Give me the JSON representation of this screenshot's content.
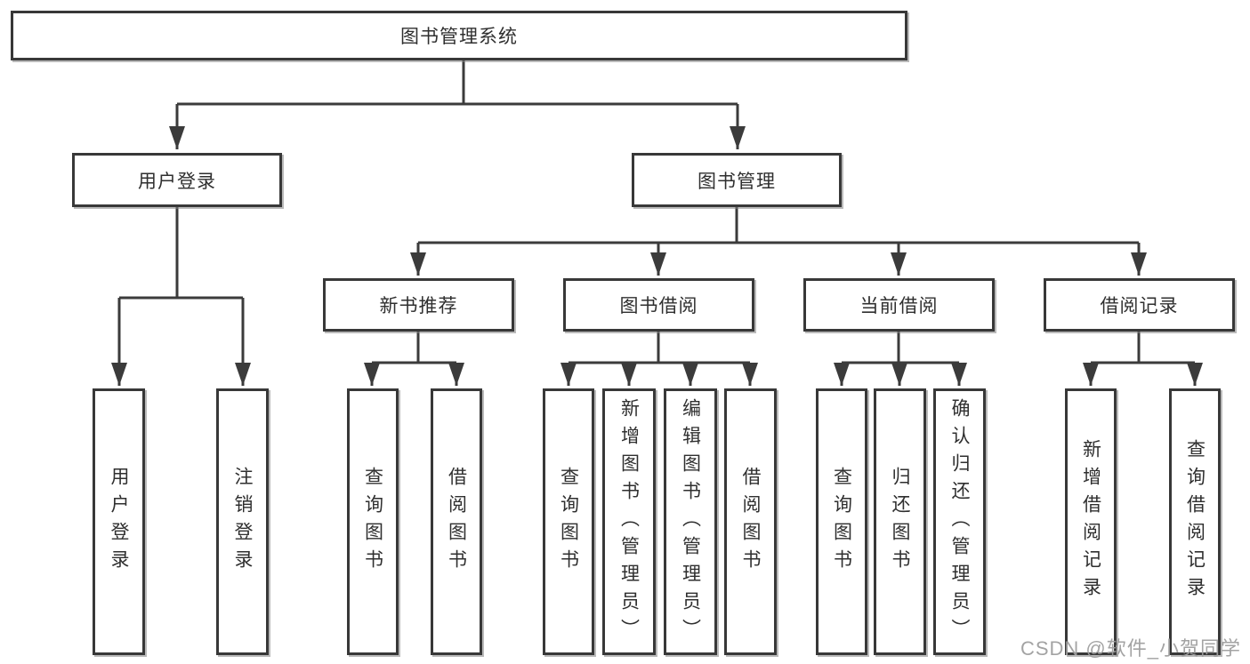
{
  "title": {
    "label": "图书管理系统"
  },
  "level2": [
    {
      "label": "用户登录"
    },
    {
      "label": "图书管理"
    }
  ],
  "level3": [
    {
      "label": "新书推荐"
    },
    {
      "label": "图书借阅"
    },
    {
      "label": "当前借阅"
    },
    {
      "label": "借阅记录"
    }
  ],
  "leaves": {
    "login": [
      "用户登录",
      "注销登录"
    ],
    "recommend": [
      "查询图书",
      "借阅图书"
    ],
    "borrow": [
      "查询图书",
      "新增图书（管理员）",
      "编辑图书（管理员）",
      "借阅图书"
    ],
    "current": [
      "查询图书",
      "归还图书",
      "确认归还（管理员）"
    ],
    "records": [
      "新增借阅记录",
      "查询借阅记录"
    ]
  },
  "watermark": "CSDN @软件_小贺同学",
  "colors": {
    "line": "#3b3b3b",
    "box_border": "#383838",
    "box_fill": "#ffffff",
    "text": "#2f2f2f",
    "watermark": "#9e9e9e",
    "background": "#ffffff"
  }
}
